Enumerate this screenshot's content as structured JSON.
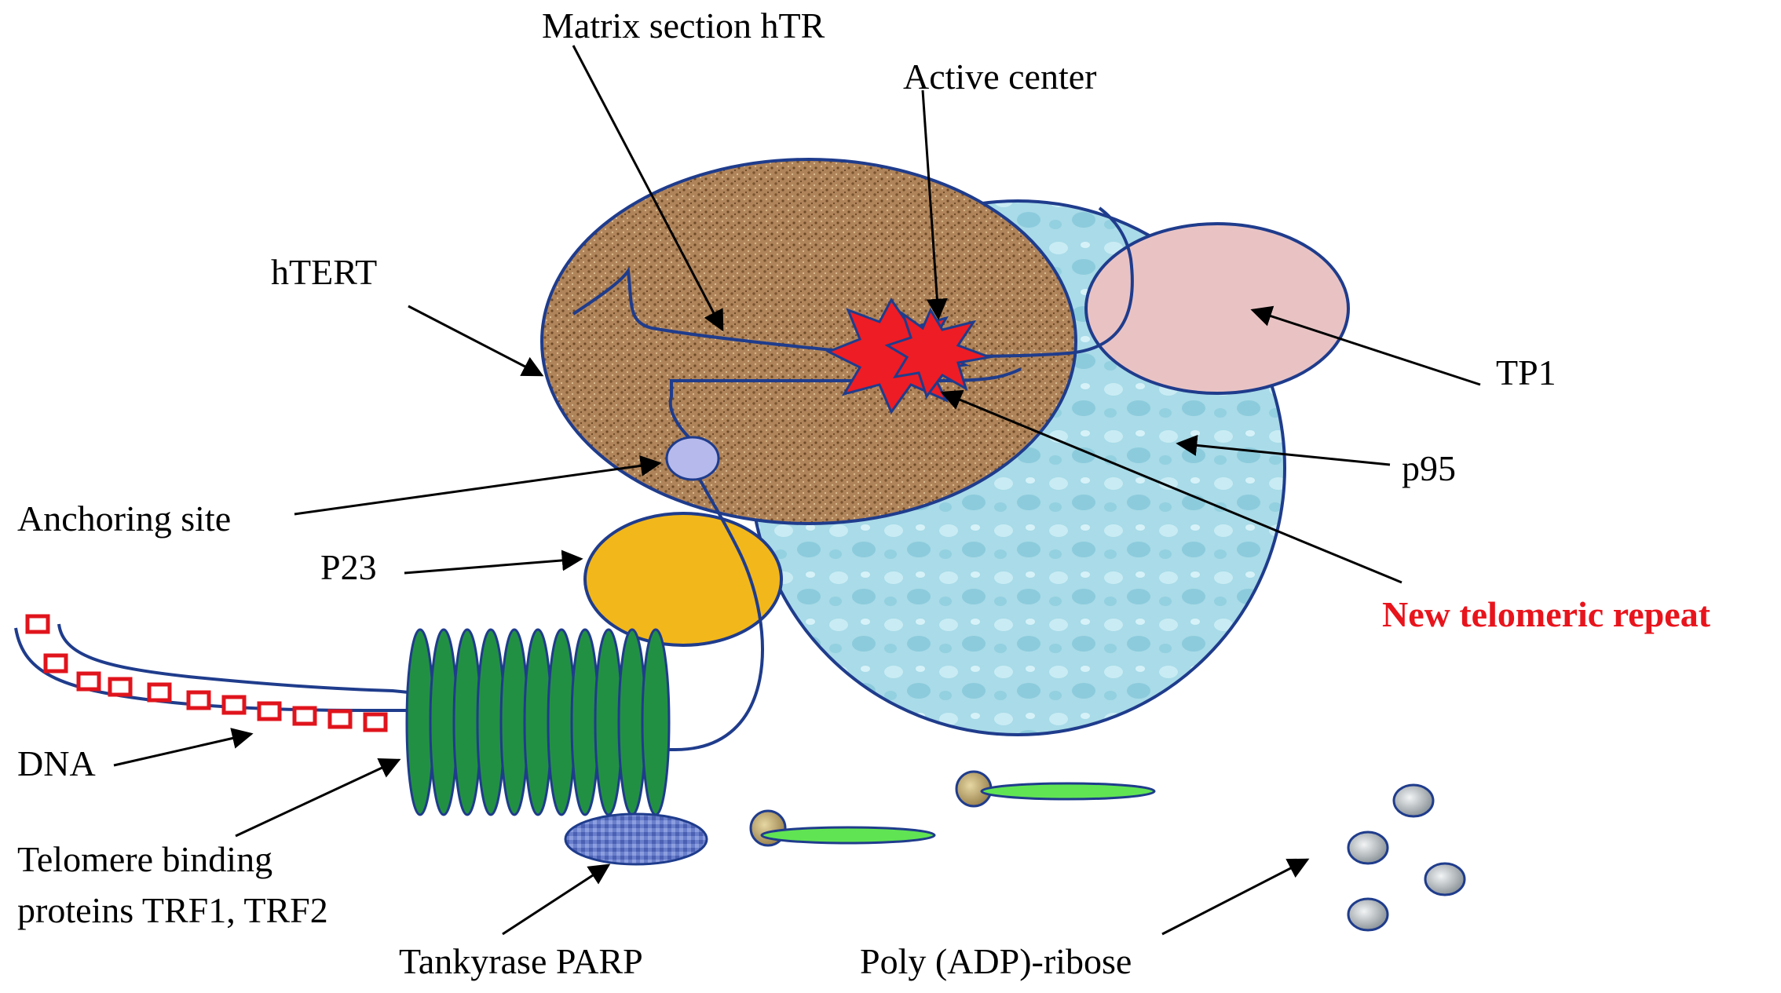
{
  "labels": {
    "matrix_section": "Matrix section hTR",
    "active_center": "Active center",
    "htert": "hTERT",
    "tp1": "TP1",
    "p95": "p95",
    "new_repeat": "New telomeric repeat",
    "anchoring_site": "Anchoring site",
    "p23": "P23",
    "dna": "DNA",
    "trf_line1": "Telomere binding",
    "trf_line2": "proteins TRF1, TRF2",
    "tankyrase": "Tankyrase PARP",
    "poly_adp": "Poly (ADP)-ribose"
  },
  "colors": {
    "highlight_text": "#e8141c",
    "outline": "#1f3c8c",
    "htert_fill": "#b0845a",
    "p95_fill": "#a9dbe8",
    "tp1_fill": "#e9c3c4",
    "p23_fill": "#f2b71b",
    "trf_fill": "#229042",
    "star_fill": "#ee1c24",
    "anchor_fill": "#b5b9ec",
    "tankyrase_fill": "#6a7fcc",
    "chain_fill": "#61e453",
    "adp_fill": "#9aa1a6",
    "repeat_box": "#e0141c"
  },
  "icons": {
    "star": "active-center-star",
    "repeat": "telomeric-repeat-square",
    "ribose": "poly-adp-ribose-bead"
  }
}
